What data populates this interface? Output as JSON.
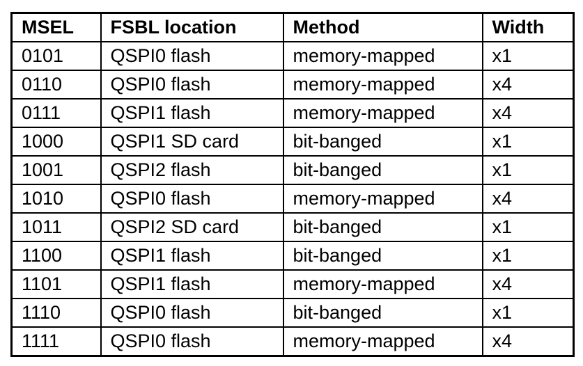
{
  "table": {
    "headers": [
      "MSEL",
      "FSBL location",
      "Method",
      "Width"
    ],
    "rows": [
      [
        "0101",
        "QSPI0 flash",
        "memory-mapped",
        "x1"
      ],
      [
        "0110",
        "QSPI0 flash",
        "memory-mapped",
        "x4"
      ],
      [
        "0111",
        "QSPI1 flash",
        "memory-mapped",
        "x4"
      ],
      [
        "1000",
        "QSPI1 SD card",
        "bit-banged",
        "x1"
      ],
      [
        "1001",
        "QSPI2 flash",
        "bit-banged",
        "x1"
      ],
      [
        "1010",
        "QSPI0 flash",
        "memory-mapped",
        "x4"
      ],
      [
        "1011",
        "QSPI2 SD card",
        "bit-banged",
        "x1"
      ],
      [
        "1100",
        "QSPI1 flash",
        "bit-banged",
        "x1"
      ],
      [
        "1101",
        "QSPI1 flash",
        "memory-mapped",
        "x4"
      ],
      [
        "1110",
        "QSPI0 flash",
        "bit-banged",
        "x1"
      ],
      [
        "1111",
        "QSPI0 flash",
        "memory-mapped",
        "x4"
      ]
    ],
    "colors": {
      "border": "#000000",
      "text": "#000000",
      "background": "#ffffff"
    }
  }
}
